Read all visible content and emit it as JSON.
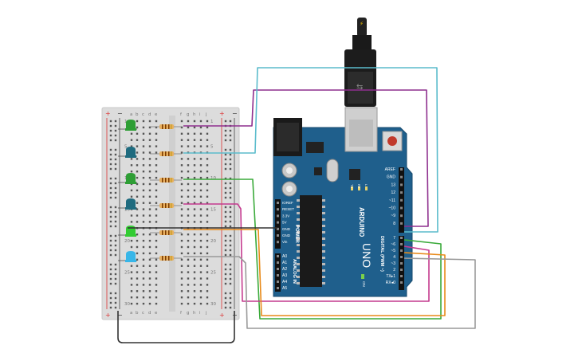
{
  "breadboard": {
    "column_letters_left": [
      "a",
      "b",
      "c",
      "d",
      "e"
    ],
    "column_letters_right": [
      "f",
      "g",
      "h",
      "i",
      "j"
    ],
    "rail_plus": "+",
    "rail_minus": "−",
    "row_numbers": [
      "1",
      "5",
      "10",
      "15",
      "20",
      "25",
      "30"
    ]
  },
  "arduino": {
    "brand": "ARDUINO",
    "model": "UNO",
    "power_header_title": "POWER",
    "analog_header_title": "ANALOG IN",
    "digital_header_title": "DIGITAL (PWM ~)",
    "power_pins": [
      "IOREF",
      "RESET",
      "3.3V",
      "5V",
      "GND",
      "GND",
      "Vin"
    ],
    "analog_pins": [
      "A0",
      "A1",
      "A2",
      "A3",
      "A4",
      "A5"
    ],
    "digital_pins": [
      "AREF",
      "GND",
      "13",
      "12",
      "~11",
      "~10",
      "~9",
      "8",
      "7",
      "~6",
      "~5",
      "4",
      "~3",
      "2",
      "TX▸1",
      "RX◂0"
    ],
    "led_labels": [
      "TX",
      "RX",
      "L"
    ],
    "on_label": "ON"
  },
  "components": {
    "leds": [
      {
        "name": "led-green-1",
        "color": "#2e9e35"
      },
      {
        "name": "led-teal-1",
        "color": "#1f6b7f"
      },
      {
        "name": "led-green-2",
        "color": "#2e9e35"
      },
      {
        "name": "led-teal-2",
        "color": "#1f6b7f"
      },
      {
        "name": "led-lightgreen",
        "color": "#33cc33"
      },
      {
        "name": "led-lightblue",
        "color": "#38b6e8"
      }
    ],
    "wire_colors": {
      "purple": "#8e2f8e",
      "cyan": "#5bbccc",
      "green": "#3aaa3a",
      "magenta": "#c43a8e",
      "orange": "#e88a1a",
      "gray": "#999999",
      "black": "#333333"
    },
    "board_color": "#1f5f8c"
  }
}
